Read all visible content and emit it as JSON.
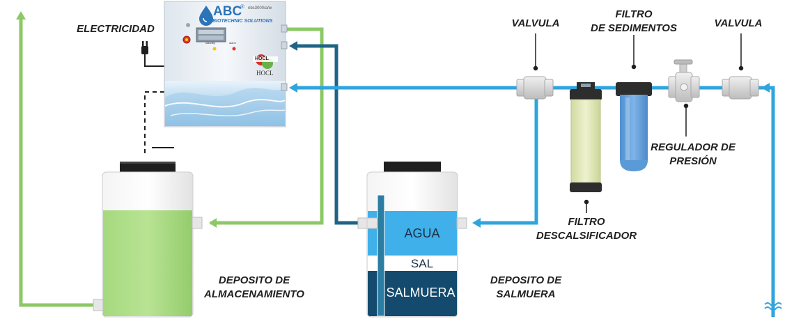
{
  "labels": {
    "electricidad": "ELECTRICIDAD",
    "valvula_left": "VALVULA",
    "filtro_sedimentos_1": "FILTRO",
    "filtro_sedimentos_2": "DE SEDIMENTOS",
    "valvula_right": "VALVULA",
    "regulador_1": "REGULADOR DE",
    "regulador_2": "PRESIÓN",
    "descalsificador_1": "FILTRO",
    "descalsificador_2": "DESCALSIFICADOR",
    "almacenamiento_1": "DEPOSITO DE",
    "almacenamiento_2": "ALMACENAMIENTO",
    "salmuera_dep_1": "DEPOSITO DE",
    "salmuera_dep_2": "SALMUERA"
  },
  "brine_tank": {
    "agua": "AGUA",
    "sal": "SAL",
    "salmuera": "SALMUERA"
  },
  "unit": {
    "brand": "ABC",
    "registered": "®",
    "subtitle": "BIOTECHNIC SOLUTIONS",
    "model": "nbs3000/a/w",
    "hocl_badge": "HOCL",
    "hocl_caption": "HOCL",
    "indicator_1": "standby",
    "indicator_2": "alarm"
  },
  "colors": {
    "water_line": "#2fa4dd",
    "brine_line": "#1f6487",
    "product_line": "#8cc866",
    "product_fill": "#9fd57a",
    "agua_fill": "#3fb0ea",
    "salmuera_fill": "#134a6e",
    "filter_blue": "#5a9ad6",
    "softener_fill": "#dfe7b5"
  }
}
